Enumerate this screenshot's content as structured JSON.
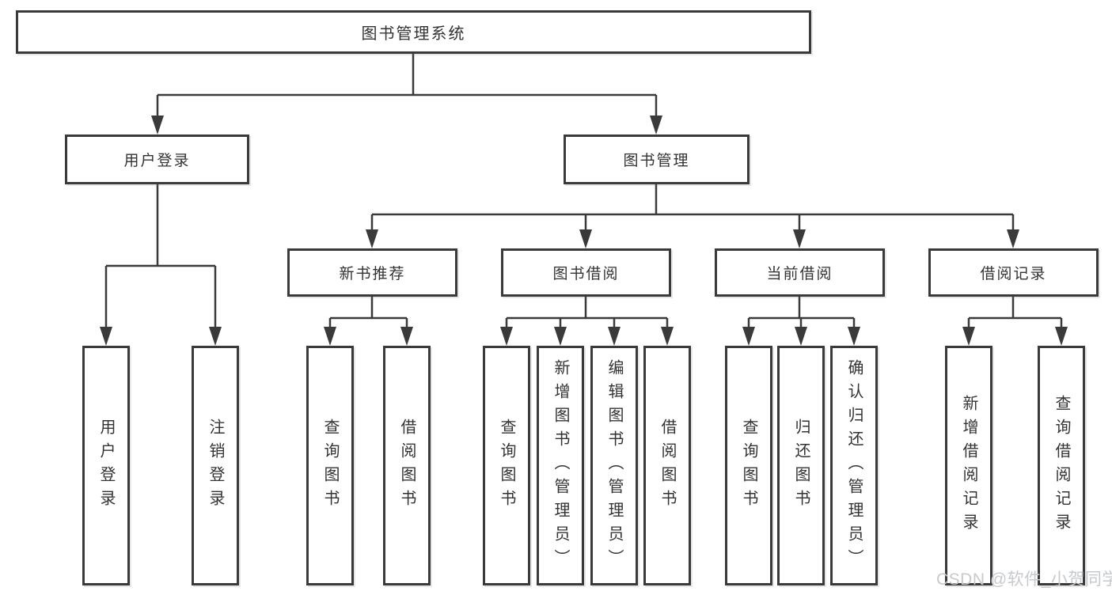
{
  "tree": {
    "label": "图书管理系统",
    "children": [
      {
        "label": "用户登录",
        "children": [
          {
            "label": "用户登录"
          },
          {
            "label": "注销登录"
          }
        ]
      },
      {
        "label": "图书管理",
        "children": [
          {
            "label": "新书推荐",
            "children": [
              {
                "label": "查询图书"
              },
              {
                "label": "借阅图书"
              }
            ]
          },
          {
            "label": "图书借阅",
            "children": [
              {
                "label": "查询图书"
              },
              {
                "label": "新增图书（管理员）"
              },
              {
                "label": "编辑图书（管理员）"
              },
              {
                "label": "借阅图书"
              }
            ]
          },
          {
            "label": "当前借阅",
            "children": [
              {
                "label": "查询图书"
              },
              {
                "label": "归还图书"
              },
              {
                "label": "确认归还（管理员）"
              }
            ]
          },
          {
            "label": "借阅记录",
            "children": [
              {
                "label": "新增借阅记录"
              },
              {
                "label": "查询借阅记录"
              }
            ]
          }
        ]
      }
    ]
  },
  "watermark": {
    "text": "CSDN @软件_小贺同学"
  },
  "colors": {
    "line": "#3a3a3a",
    "text": "#333333",
    "background": "#ffffff",
    "watermark": "#c6c9cd"
  }
}
